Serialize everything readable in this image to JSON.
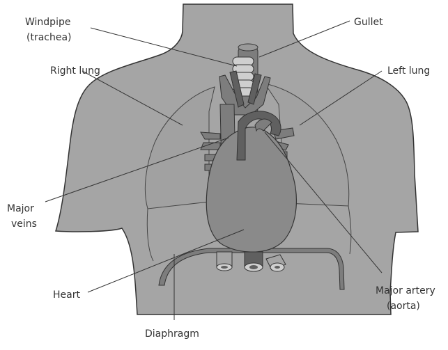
{
  "colors": {
    "body_fill": "#a5a5a5",
    "lung_fill": "#a1a1a1",
    "heart_fill": "#8a8a8a",
    "vessel_fill": "#7d7d7d",
    "dark_vessel_fill": "#606060",
    "trachea_fill": "#cfcfcf",
    "outline": "#333333",
    "label_text": "#333333"
  },
  "labels": {
    "windpipe": "Windpipe",
    "trachea": "(trachea)",
    "gullet": "Gullet",
    "right_lung": "Right lung",
    "left_lung": "Left lung",
    "major_veins_1": "Major",
    "major_veins_2": "veins",
    "heart": "Heart",
    "major_artery_1": "Major artery",
    "major_artery_2": "(aorta)",
    "diaphragm": "Diaphragm"
  }
}
